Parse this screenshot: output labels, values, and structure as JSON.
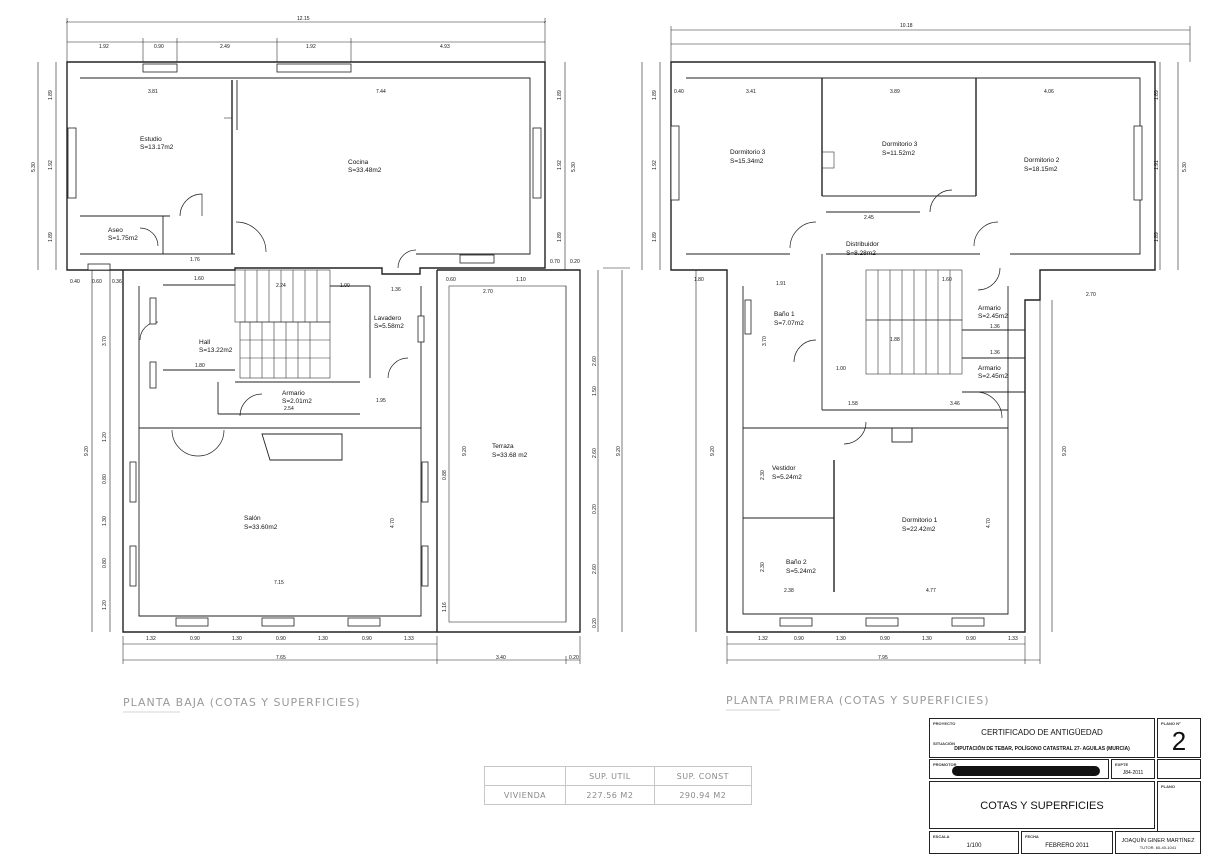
{
  "drawing_titles": {
    "ground": "PLANTA BAJA (COTAS Y SUPERFICIES)",
    "first": "PLANTA PRIMERA (COTAS Y SUPERFICIES)"
  },
  "ground_floor": {
    "rooms": [
      {
        "name": "Estudio",
        "area": "S=13.17m2"
      },
      {
        "name": "Cocina",
        "area": "S=33.48m2"
      },
      {
        "name": "Aseo",
        "area": "S=1.75m2"
      },
      {
        "name": "Lavadero",
        "area": "S=5.58m2"
      },
      {
        "name": "Hall",
        "area": "S=13.22m2"
      },
      {
        "name": "Armario",
        "area": "S=2.01m2"
      },
      {
        "name": "Terraza",
        "area": "S=33.68 m2"
      },
      {
        "name": "Salón",
        "area": "S=33.60m2"
      }
    ],
    "top_dims": [
      "12.15",
      "1.92",
      "0.90",
      "2.49",
      "1.92",
      "4.93"
    ],
    "bottom_dims": [
      "1.32",
      "0.90",
      "1.30",
      "0.90",
      "1.30",
      "0.90",
      "1.33"
    ],
    "bottom_totals": [
      "7.65",
      "3.40",
      "0.20"
    ],
    "inner_dims": [
      "3.81",
      "7.44",
      "1.76",
      "1.60",
      "2.24",
      "1.00",
      "1.36",
      "1.80",
      "2.54",
      "1.95",
      "7.15",
      "2.70",
      "1.10",
      "0.60",
      "0.40",
      "0.60",
      "0.36"
    ],
    "left_dims": [
      "1.89",
      "1.92",
      "5.30",
      "1.89",
      "3.70",
      "9.20",
      "1.20",
      "0.80",
      "1.30",
      "0.80",
      "1.20"
    ],
    "right_dims": [
      "1.89",
      "1.92",
      "5.30",
      "1.89",
      "0.70",
      "0.20",
      "2.60",
      "1.50",
      "9.20",
      "2.60",
      "0.20",
      "2.60",
      "0.20",
      "4.70",
      "1.16",
      "0.88",
      "9.20"
    ]
  },
  "first_floor": {
    "rooms": [
      {
        "name": "Dormitorio 3",
        "area": "S=15.34m2"
      },
      {
        "name": "Dormitorio 3",
        "area": "S=11.52m2"
      },
      {
        "name": "Dormitorio 2",
        "area": "S=18.15m2"
      },
      {
        "name": "Distribuidor",
        "area": "S=8.28m2"
      },
      {
        "name": "Baño 1",
        "area": "S=7.07m2"
      },
      {
        "name": "Armario",
        "area": "S=2.45m2"
      },
      {
        "name": "Armario",
        "area": "S=2.45m2"
      },
      {
        "name": "Vestidor",
        "area": "S=5.24m2"
      },
      {
        "name": "Dormitorio 1",
        "area": "S=22.42m2"
      },
      {
        "name": "Baño 2",
        "area": "S=5.24m2"
      }
    ],
    "top_dims": [
      "10.18",
      "0.40",
      "3.41",
      "3.89",
      "4.06"
    ],
    "bottom_dims": [
      "1.32",
      "0.90",
      "1.30",
      "0.90",
      "1.30",
      "0.90",
      "1.33"
    ],
    "bottom_total": "7.95",
    "inner_dims": [
      "1.80",
      "1.91",
      "2.45",
      "1.60",
      "1.88",
      "1.00",
      "1.58",
      "3.46",
      "2.38",
      "4.77",
      "2.70",
      "1.36",
      "1.36"
    ],
    "left_dims": [
      "1.89",
      "1.92",
      "1.89",
      "3.70",
      "9.20",
      "2.30",
      "2.30"
    ],
    "right_dims": [
      "1.89",
      "1.91",
      "5.30",
      "1.89",
      "9.20",
      "4.70"
    ]
  },
  "summary_table": {
    "headers": [
      "",
      "SUP. UTIL",
      "SUP. CONST"
    ],
    "rows": [
      [
        "VIVIENDA",
        "227.56 M2",
        "290.94 M2"
      ]
    ]
  },
  "title_block": {
    "label_project": "PROYECTO",
    "label_location": "SITUACIÓN",
    "label_owner": "PROMOTOR",
    "label_file": "EXPTE",
    "label_sheet_no": "PLANO Nº",
    "label_sheet": "PLANO",
    "label_scale": "ESCALA",
    "label_date": "FECHA",
    "project": "CERTIFICADO DE ANTIGÜEDAD",
    "location": "DIPUTACIÓN DE TEBAR, POLÍGONO CATASTRAL 27- AGUILAS (MURCIA)",
    "file_no": "J84-2011",
    "sheet_no": "2",
    "sheet_title": "COTAS Y SUPERFICIES",
    "scale": "1/100",
    "date": "FEBRERO 2011",
    "author": "JOAQUÍN GINER MARTÍNEZ",
    "author_sub": "TUTOR. 60-40-1041"
  }
}
